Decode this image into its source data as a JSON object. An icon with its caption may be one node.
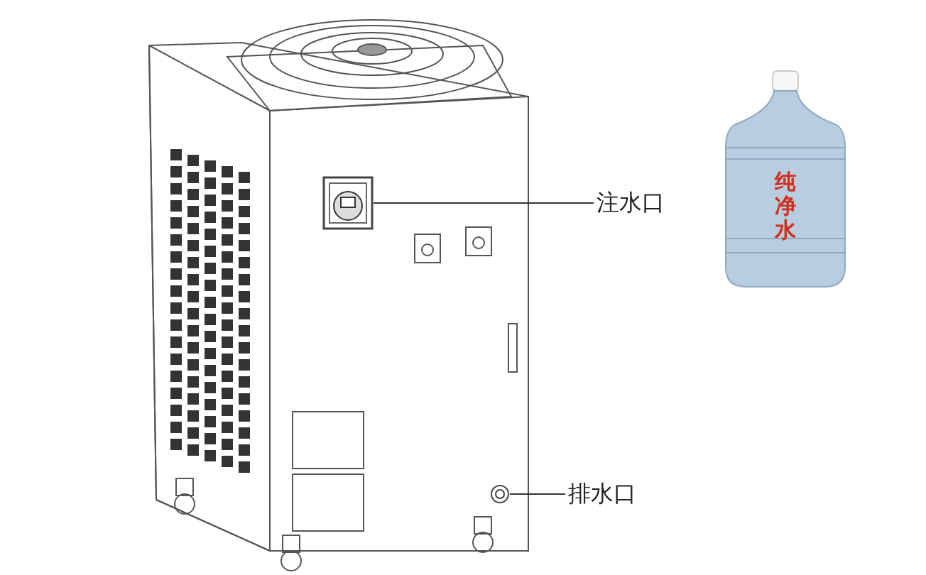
{
  "diagram": {
    "nodes": [
      {
        "text": [
          "注水口"
        ]
      },
      {
        "text": [],
        "shape": "picture"
      },
      {
        "text": [
          "排水口"
        ]
      },
      {
        "text": [],
        "shape": "picture"
      },
      {
        "text": [
          "纯净水"
        ]
      }
    ],
    "edges": [
      {
        "from": 0,
        "to": 1,
        "arrow": "none"
      },
      {
        "from": 2,
        "to": 3,
        "arrow": "none"
      }
    ]
  }
}
